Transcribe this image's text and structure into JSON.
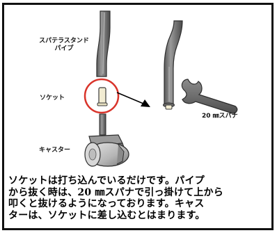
{
  "labels": {
    "pipe_line1": "スパテラスタンド",
    "pipe_line2": "パイプ",
    "socket": "ソケット",
    "caster": "キャスター",
    "spanner": "20 ㎜スパナ"
  },
  "description": {
    "lines": [
      "ソケットは打ち込んでいるだけです。パイプ",
      "から抜く時は、20 ㎜スパナで引っ掛けて上から",
      "叩くと抜けるようになっております。キャス",
      "ターは、ソケットに差し込むとはまります。"
    ]
  },
  "colors": {
    "border": "#111111",
    "highlight_circle": "#d9342b",
    "metal_dark": "#5c5c5c",
    "metal_mid": "#8a8a8a",
    "metal_light": "#c8c8c8",
    "socket": "#f2ecd2"
  }
}
